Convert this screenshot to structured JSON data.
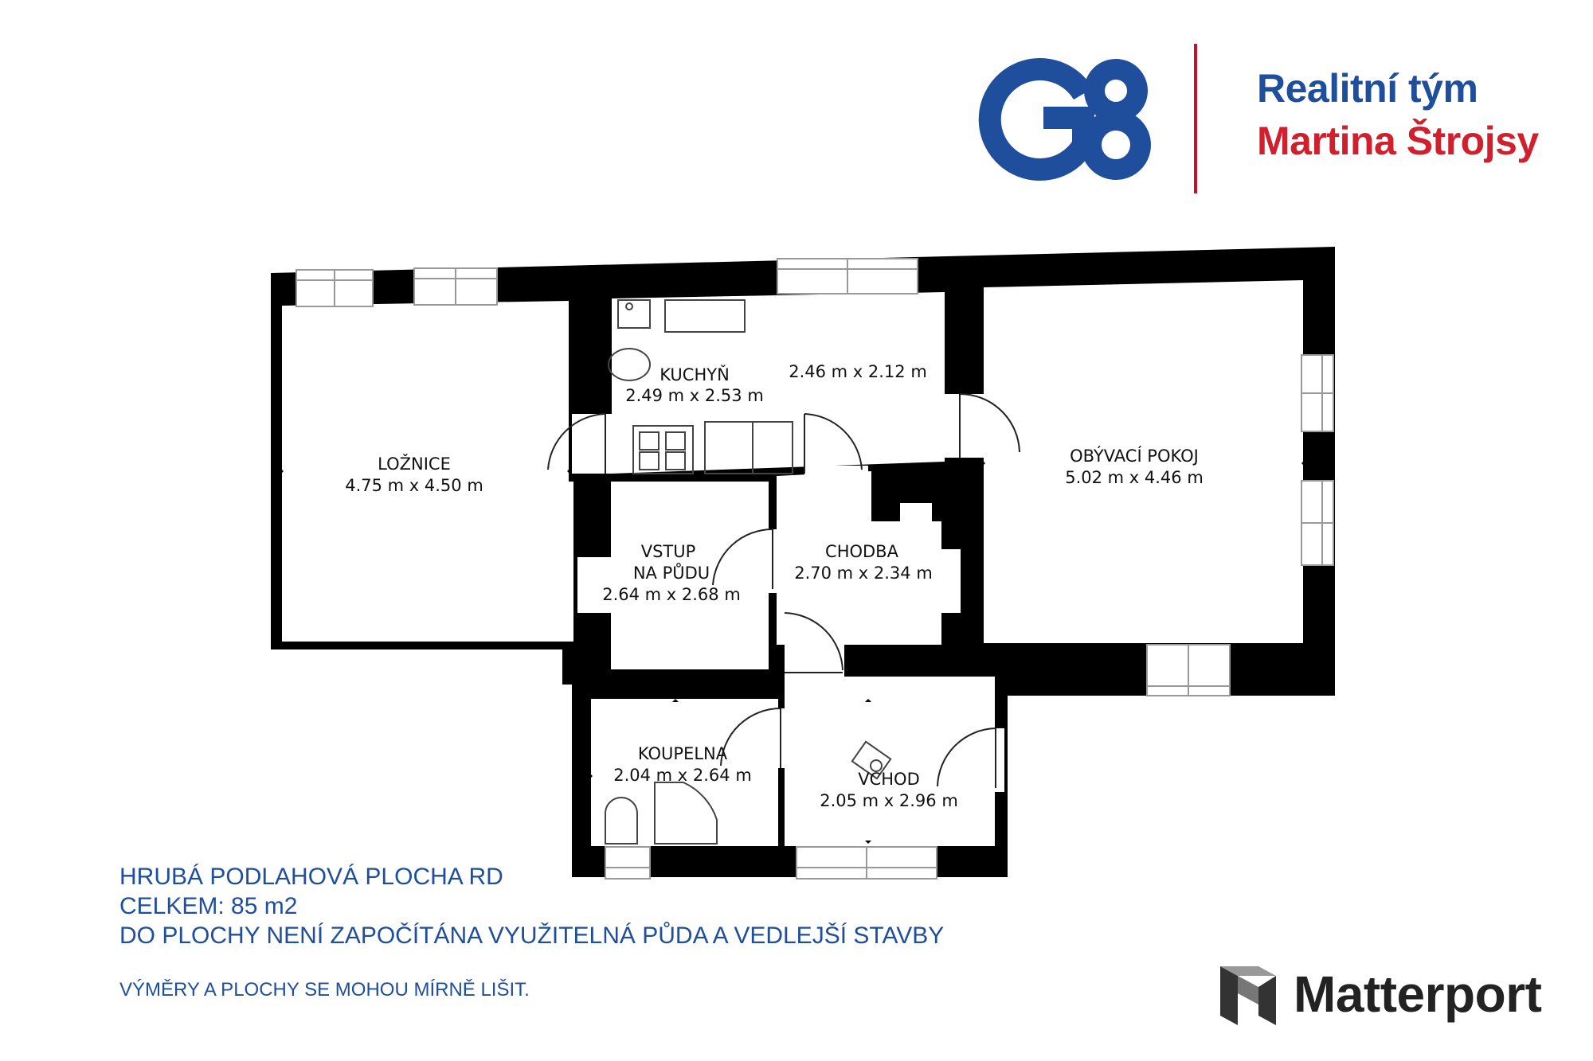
{
  "brand": {
    "logo_text": "G8",
    "line1": "Realitní tým",
    "line2": "Martina Štrojsy",
    "colors": {
      "blue": "#1f4e9c",
      "red": "#d0202e"
    }
  },
  "rooms": [
    {
      "id": "loznice",
      "name": "LOŽNICE",
      "dims": "4.75 m x 4.50 m"
    },
    {
      "id": "kuchyn",
      "name": "KUCHYŇ",
      "dims": "2.49 m x 2.53 m"
    },
    {
      "id": "kuchyn-extra",
      "name": "",
      "dims": "2.46 m x 2.12 m"
    },
    {
      "id": "obyvaci",
      "name": "OBÝVACÍ POKOJ",
      "dims": "5.02 m x 4.46 m"
    },
    {
      "id": "vstup",
      "name": "VSTUP",
      "name2": "NA PŮDU",
      "dims": "2.64 m x 2.68 m"
    },
    {
      "id": "chodba",
      "name": "CHODBA",
      "dims": "2.70 m x 2.34 m"
    },
    {
      "id": "koupelna",
      "name": "KOUPELNA",
      "dims": "2.04 m x 2.64 m"
    },
    {
      "id": "vchod",
      "name": "VCHOD",
      "dims": "2.05 m x 2.96 m"
    }
  ],
  "notes": {
    "line1": "HRUBÁ PODLAHOVÁ PLOCHA RD",
    "line2": "CELKEM: 85 m2",
    "line3": "DO PLOCHY NENÍ ZAPOČÍTÁNA VYUŽITELNÁ PŮDA A VEDLEJŠÍ STAVBY",
    "line4": "VÝMĚRY A PLOCHY SE MOHOU MÍRNĚ LIŠIT."
  },
  "footer": {
    "matterport_label": "Matterport"
  }
}
